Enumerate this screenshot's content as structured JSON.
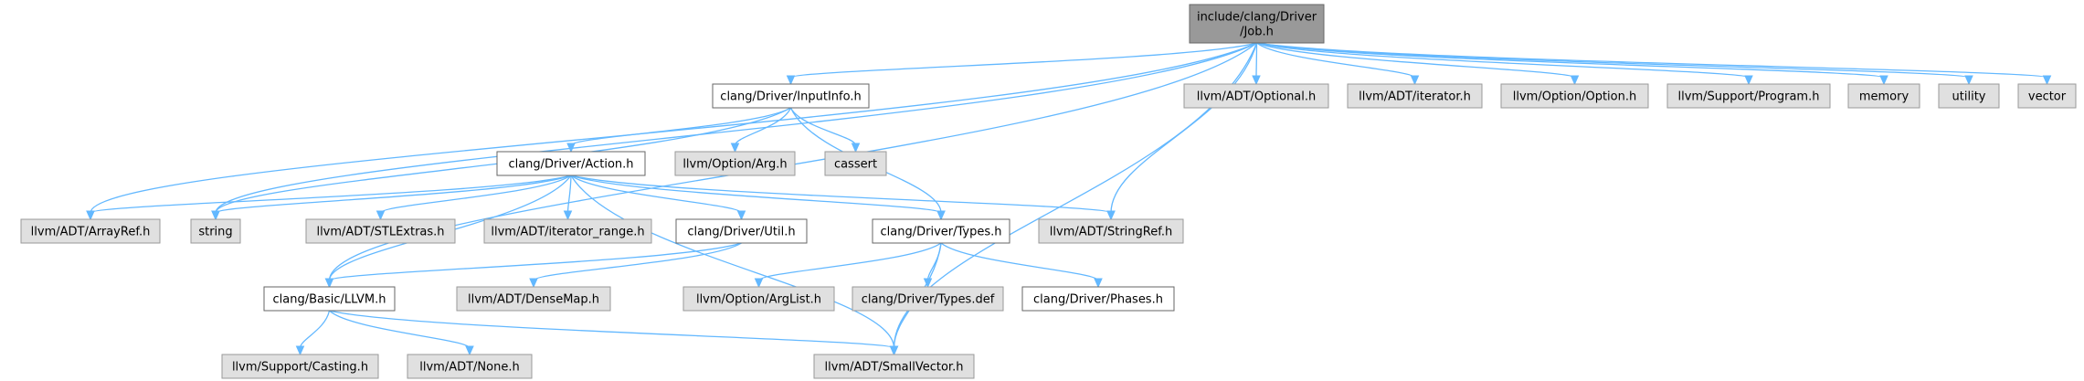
{
  "colors": {
    "root_fill": "#999999",
    "root_stroke": "#666666",
    "doc_fill": "#ffffff",
    "doc_stroke": "#666666",
    "ext_fill": "#e0e0e0",
    "ext_stroke": "#999999",
    "edge": "#63b8ff"
  },
  "nodes": [
    {
      "id": "job",
      "lines": [
        "include/clang/Driver",
        "/Job.h"
      ],
      "kind": "root"
    },
    {
      "id": "inputinfo",
      "lines": [
        "clang/Driver/InputInfo.h"
      ],
      "kind": "doc"
    },
    {
      "id": "optional",
      "lines": [
        "llvm/ADT/Optional.h"
      ],
      "kind": "ext"
    },
    {
      "id": "iterator",
      "lines": [
        "llvm/ADT/iterator.h"
      ],
      "kind": "ext"
    },
    {
      "id": "option",
      "lines": [
        "llvm/Option/Option.h"
      ],
      "kind": "ext"
    },
    {
      "id": "program",
      "lines": [
        "llvm/Support/Program.h"
      ],
      "kind": "ext"
    },
    {
      "id": "memory",
      "lines": [
        "memory"
      ],
      "kind": "ext"
    },
    {
      "id": "utility",
      "lines": [
        "utility"
      ],
      "kind": "ext"
    },
    {
      "id": "vector",
      "lines": [
        "vector"
      ],
      "kind": "ext"
    },
    {
      "id": "action",
      "lines": [
        "clang/Driver/Action.h"
      ],
      "kind": "doc"
    },
    {
      "id": "arg",
      "lines": [
        "llvm/Option/Arg.h"
      ],
      "kind": "ext"
    },
    {
      "id": "cassert",
      "lines": [
        "cassert"
      ],
      "kind": "ext"
    },
    {
      "id": "arrayref",
      "lines": [
        "llvm/ADT/ArrayRef.h"
      ],
      "kind": "ext"
    },
    {
      "id": "string",
      "lines": [
        "string"
      ],
      "kind": "ext"
    },
    {
      "id": "stlextras",
      "lines": [
        "llvm/ADT/STLExtras.h"
      ],
      "kind": "ext"
    },
    {
      "id": "iterrange",
      "lines": [
        "llvm/ADT/iterator_range.h"
      ],
      "kind": "ext"
    },
    {
      "id": "util",
      "lines": [
        "clang/Driver/Util.h"
      ],
      "kind": "doc"
    },
    {
      "id": "types",
      "lines": [
        "clang/Driver/Types.h"
      ],
      "kind": "doc"
    },
    {
      "id": "stringref",
      "lines": [
        "llvm/ADT/StringRef.h"
      ],
      "kind": "ext"
    },
    {
      "id": "llvmh",
      "lines": [
        "clang/Basic/LLVM.h"
      ],
      "kind": "doc"
    },
    {
      "id": "densemap",
      "lines": [
        "llvm/ADT/DenseMap.h"
      ],
      "kind": "ext"
    },
    {
      "id": "arglist",
      "lines": [
        "llvm/Option/ArgList.h"
      ],
      "kind": "ext"
    },
    {
      "id": "typesdef",
      "lines": [
        "clang/Driver/Types.def"
      ],
      "kind": "ext"
    },
    {
      "id": "phases",
      "lines": [
        "clang/Driver/Phases.h"
      ],
      "kind": "doc"
    },
    {
      "id": "casting",
      "lines": [
        "llvm/Support/Casting.h"
      ],
      "kind": "ext"
    },
    {
      "id": "none",
      "lines": [
        "llvm/ADT/None.h"
      ],
      "kind": "ext"
    },
    {
      "id": "smallvector",
      "lines": [
        "llvm/ADT/SmallVector.h"
      ],
      "kind": "ext"
    }
  ],
  "edges": [
    {
      "from": "job",
      "to": "inputinfo"
    },
    {
      "from": "job",
      "to": "optional"
    },
    {
      "from": "job",
      "to": "iterator"
    },
    {
      "from": "job",
      "to": "option"
    },
    {
      "from": "job",
      "to": "program"
    },
    {
      "from": "job",
      "to": "memory"
    },
    {
      "from": "job",
      "to": "utility"
    },
    {
      "from": "job",
      "to": "vector"
    },
    {
      "from": "job",
      "to": "arrayref"
    },
    {
      "from": "job",
      "to": "string"
    },
    {
      "from": "job",
      "to": "stringref"
    },
    {
      "from": "job",
      "to": "llvmh"
    },
    {
      "from": "job",
      "to": "smallvector"
    },
    {
      "from": "inputinfo",
      "to": "action"
    },
    {
      "from": "inputinfo",
      "to": "arg"
    },
    {
      "from": "inputinfo",
      "to": "cassert"
    },
    {
      "from": "inputinfo",
      "to": "string"
    },
    {
      "from": "inputinfo",
      "to": "types"
    },
    {
      "from": "action",
      "to": "arrayref"
    },
    {
      "from": "action",
      "to": "string"
    },
    {
      "from": "action",
      "to": "stlextras"
    },
    {
      "from": "action",
      "to": "iterrange"
    },
    {
      "from": "action",
      "to": "util"
    },
    {
      "from": "action",
      "to": "types"
    },
    {
      "from": "action",
      "to": "stringref"
    },
    {
      "from": "action",
      "to": "llvmh"
    },
    {
      "from": "action",
      "to": "smallvector"
    },
    {
      "from": "util",
      "to": "llvmh"
    },
    {
      "from": "util",
      "to": "densemap"
    },
    {
      "from": "types",
      "to": "arglist"
    },
    {
      "from": "types",
      "to": "typesdef"
    },
    {
      "from": "types",
      "to": "phases"
    },
    {
      "from": "types",
      "to": "smallvector"
    },
    {
      "from": "llvmh",
      "to": "casting"
    },
    {
      "from": "llvmh",
      "to": "none"
    },
    {
      "from": "llvmh",
      "to": "smallvector"
    }
  ]
}
